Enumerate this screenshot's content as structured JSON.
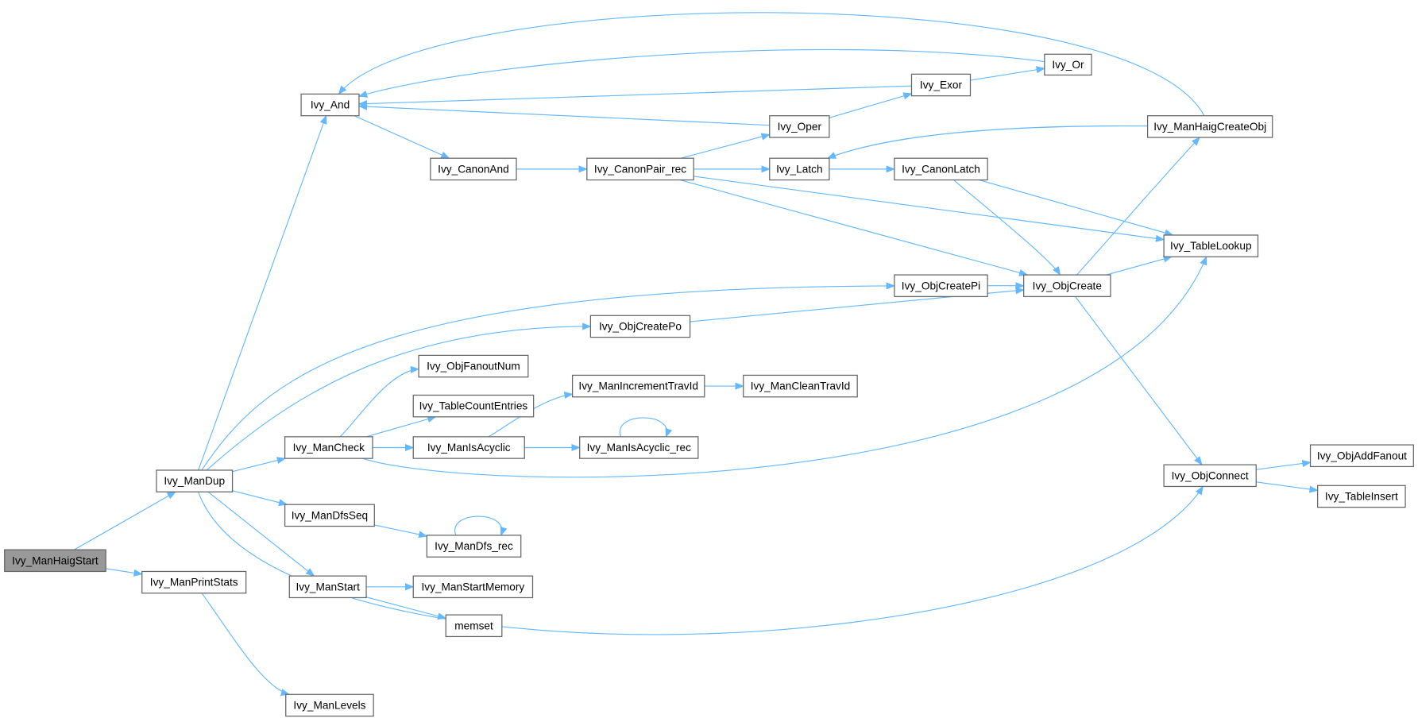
{
  "graph": {
    "edge_color": "#63b8ff",
    "root_fill": "#999999",
    "nodes": [
      {
        "id": "ManHaigStart",
        "label": "Ivy_ManHaigStart",
        "root": true
      },
      {
        "id": "ManDup",
        "label": "Ivy_ManDup"
      },
      {
        "id": "ManPrintStats",
        "label": "Ivy_ManPrintStats"
      },
      {
        "id": "And",
        "label": "Ivy_And"
      },
      {
        "id": "CanonAnd",
        "label": "Ivy_CanonAnd"
      },
      {
        "id": "CanonPair_rec",
        "label": "Ivy_CanonPair_rec"
      },
      {
        "id": "Oper",
        "label": "Ivy_Oper"
      },
      {
        "id": "Latch",
        "label": "Ivy_Latch"
      },
      {
        "id": "Exor",
        "label": "Ivy_Exor"
      },
      {
        "id": "Or",
        "label": "Ivy_Or"
      },
      {
        "id": "ManHaigCreateObj",
        "label": "Ivy_ManHaigCreateObj"
      },
      {
        "id": "CanonLatch",
        "label": "Ivy_CanonLatch"
      },
      {
        "id": "TableLookup",
        "label": "Ivy_TableLookup"
      },
      {
        "id": "ObjCreatePi",
        "label": "Ivy_ObjCreatePi"
      },
      {
        "id": "ObjCreate",
        "label": "Ivy_ObjCreate"
      },
      {
        "id": "ObjCreatePo",
        "label": "Ivy_ObjCreatePo"
      },
      {
        "id": "ObjFanoutNum",
        "label": "Ivy_ObjFanoutNum"
      },
      {
        "id": "TableCountEntries",
        "label": "Ivy_TableCountEntries"
      },
      {
        "id": "ManCheck",
        "label": "Ivy_ManCheck"
      },
      {
        "id": "ManIsAcyclic",
        "label": "Ivy_ManIsAcyclic"
      },
      {
        "id": "ManIncrementTravId",
        "label": "Ivy_ManIncrementTravId"
      },
      {
        "id": "ManCleanTravId",
        "label": "Ivy_ManCleanTravId"
      },
      {
        "id": "ManIsAcyclic_rec",
        "label": "Ivy_ManIsAcyclic_rec"
      },
      {
        "id": "ObjConnect",
        "label": "Ivy_ObjConnect"
      },
      {
        "id": "ObjAddFanout",
        "label": "Ivy_ObjAddFanout"
      },
      {
        "id": "TableInsert",
        "label": "Ivy_TableInsert"
      },
      {
        "id": "ManDfsSeq",
        "label": "Ivy_ManDfsSeq"
      },
      {
        "id": "ManDfs_rec",
        "label": "Ivy_ManDfs_rec"
      },
      {
        "id": "ManStart",
        "label": "Ivy_ManStart"
      },
      {
        "id": "ManStartMemory",
        "label": "Ivy_ManStartMemory"
      },
      {
        "id": "memset",
        "label": "memset"
      },
      {
        "id": "ManLevels",
        "label": "Ivy_ManLevels"
      }
    ],
    "edges": [
      [
        "ManHaigStart",
        "ManDup"
      ],
      [
        "ManHaigStart",
        "ManPrintStats"
      ],
      [
        "ManDup",
        "And"
      ],
      [
        "ManDup",
        "ObjCreatePi"
      ],
      [
        "ManDup",
        "ObjCreatePo"
      ],
      [
        "ManDup",
        "ManCheck"
      ],
      [
        "ManDup",
        "ManDfsSeq"
      ],
      [
        "ManDup",
        "ManStart"
      ],
      [
        "ManDup",
        "ObjConnect"
      ],
      [
        "ManPrintStats",
        "ManLevels"
      ],
      [
        "And",
        "CanonAnd"
      ],
      [
        "CanonAnd",
        "CanonPair_rec"
      ],
      [
        "CanonPair_rec",
        "Oper"
      ],
      [
        "CanonPair_rec",
        "Latch"
      ],
      [
        "CanonPair_rec",
        "TableLookup"
      ],
      [
        "CanonPair_rec",
        "ObjCreate"
      ],
      [
        "Oper",
        "And"
      ],
      [
        "Oper",
        "Exor"
      ],
      [
        "Exor",
        "And"
      ],
      [
        "Exor",
        "Or"
      ],
      [
        "Or",
        "And"
      ],
      [
        "ManHaigCreateObj",
        "And"
      ],
      [
        "ManHaigCreateObj",
        "Latch"
      ],
      [
        "Latch",
        "CanonLatch"
      ],
      [
        "CanonLatch",
        "ObjCreate"
      ],
      [
        "CanonLatch",
        "TableLookup"
      ],
      [
        "ObjCreatePi",
        "ObjCreate"
      ],
      [
        "ObjCreatePo",
        "ObjCreate"
      ],
      [
        "ObjCreate",
        "ManHaigCreateObj"
      ],
      [
        "ObjCreate",
        "TableLookup"
      ],
      [
        "ObjCreate",
        "ObjConnect"
      ],
      [
        "ManCheck",
        "ObjFanoutNum"
      ],
      [
        "ManCheck",
        "TableCountEntries"
      ],
      [
        "ManCheck",
        "ManIsAcyclic"
      ],
      [
        "ManCheck",
        "TableLookup"
      ],
      [
        "ManIsAcyclic",
        "ManIncrementTravId"
      ],
      [
        "ManIsAcyclic",
        "ManIsAcyclic_rec"
      ],
      [
        "ManIncrementTravId",
        "ManCleanTravId"
      ],
      [
        "ManIsAcyclic_rec",
        "ManIsAcyclic_rec"
      ],
      [
        "ObjConnect",
        "ObjAddFanout"
      ],
      [
        "ObjConnect",
        "TableInsert"
      ],
      [
        "ManDfsSeq",
        "ManDfs_rec"
      ],
      [
        "ManDfs_rec",
        "ManDfs_rec"
      ],
      [
        "ManStart",
        "ManStartMemory"
      ],
      [
        "ManStart",
        "memset"
      ]
    ]
  }
}
